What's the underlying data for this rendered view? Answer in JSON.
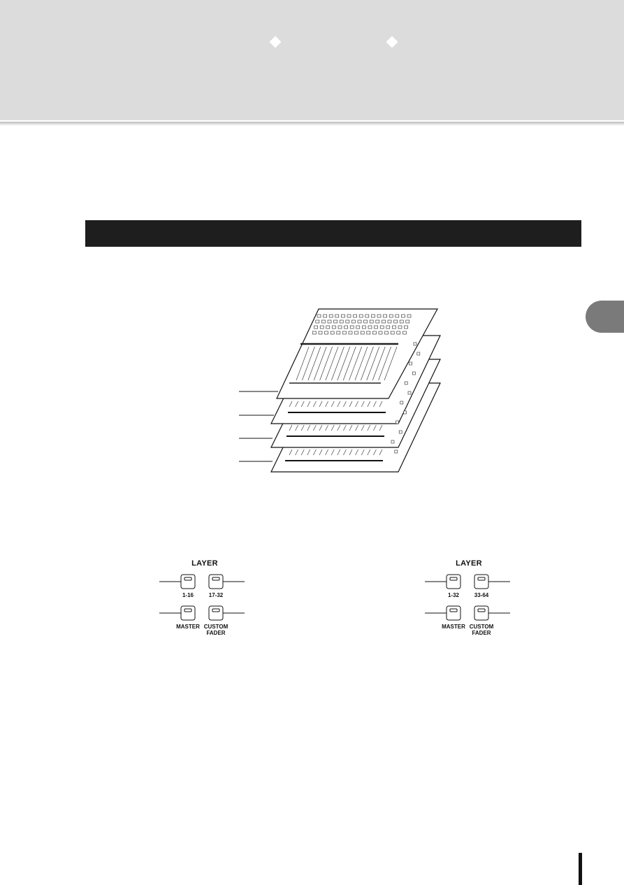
{
  "panels": [
    {
      "title": "LAYER",
      "buttons": [
        "1-16",
        "17-32",
        "MASTER",
        "CUSTOM FADER"
      ]
    },
    {
      "title": "LAYER",
      "buttons": [
        "1-32",
        "33-64",
        "MASTER",
        "CUSTOM FADER"
      ]
    }
  ],
  "colors": {
    "header": "#dcdcdc",
    "section_bar": "#1e1e1e",
    "side_tab": "#7a7a7a"
  }
}
